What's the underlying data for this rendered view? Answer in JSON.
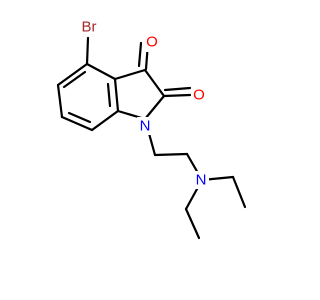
{
  "atoms": {
    "bromine": {
      "label": "Br",
      "color": "#a52a2a"
    },
    "oxygen_top": {
      "label": "O",
      "color": "#ff0000"
    },
    "oxygen_right": {
      "label": "O",
      "color": "#ff0000"
    },
    "nitrogen_ring": {
      "label": "N",
      "color": "#0000ff"
    },
    "nitrogen_amine": {
      "label": "N",
      "color": "#0000ff"
    }
  },
  "colors": {
    "bond": "#000000",
    "background": "#ffffff"
  }
}
